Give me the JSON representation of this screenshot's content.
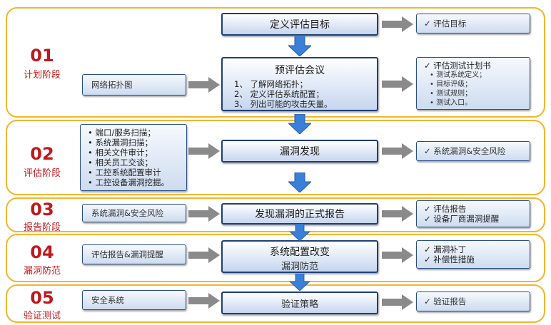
{
  "phases": [
    {
      "num": "01",
      "name": "计划阶段"
    },
    {
      "num": "02",
      "name": "评估阶段"
    },
    {
      "num": "03",
      "name": "报告阶段"
    },
    {
      "num": "04",
      "name": "漏洞防范"
    },
    {
      "num": "05",
      "name": "验证测试"
    }
  ],
  "center": {
    "define_goal": "定义评估目标",
    "pre_meeting_title": "预评估会议",
    "pre_meeting_items": [
      "1、 了解网络拓扑；",
      "2、 定义评估系统配置；",
      "3、 列出可能的攻击矢量。"
    ],
    "vuln_discovery": "漏洞发现",
    "formal_report": "发现漏洞的正式报告",
    "config_change_title": "系统配置改变",
    "config_change_sub": "漏洞防范",
    "verify": "验证策略"
  },
  "left": {
    "topology": "网络拓扑图",
    "scan_items": [
      "• 端口/服务扫描；",
      "• 系统漏洞扫描；",
      "• 相关文件审计；",
      "• 相关员工交谈；",
      "• 工控系统配置审计",
      "• 工控设备漏洞挖掘。"
    ],
    "vuln_risk": "系统漏洞&安全风险",
    "report_alert": "评估报告&漏洞提醒",
    "security_system": "安全系统"
  },
  "right": {
    "eval_goal": "✓ 评估目标",
    "plan_title": "✓ 评估测试计划书",
    "plan_items": [
      "• 测试系统定义；",
      "• 目标评级；",
      "• 测试规则；",
      "• 测试入口。"
    ],
    "vuln_risk": "✓ 系统漏洞&安全风险",
    "report_items": [
      "✓ 评估报告",
      "✓ 设备厂商漏洞提醒"
    ],
    "patch_items": [
      "✓ 漏洞补丁",
      "✓ 补偿性措施"
    ],
    "verify_report": "✓ 验证报告"
  },
  "colors": {
    "phase_border": "#f2b52d",
    "phase_text": "#c0191c",
    "arrow_gray": "#8a8a8a",
    "arrow_blue": "#3a7fd8"
  }
}
